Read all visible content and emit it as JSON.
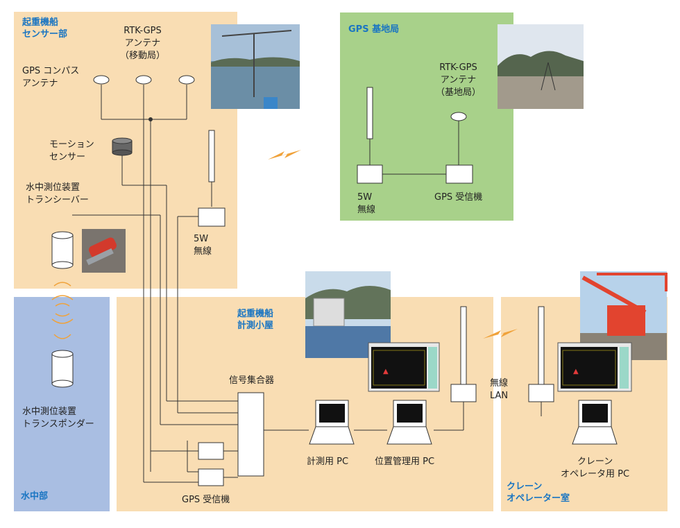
{
  "colors": {
    "panel_tan": "#f9ddb3",
    "panel_blue": "#a9bee2",
    "panel_green": "#a8d18a",
    "title_blue": "#1a75c2",
    "line": "#333333",
    "spark": "#f0a23a"
  },
  "regions": {
    "sensor": {
      "title_1": "起重機船",
      "title_2": "センサー部"
    },
    "base": {
      "title": "GPS 基地局"
    },
    "underwater": {
      "title": "水中部"
    },
    "hut": {
      "title_1": "起重機船",
      "title_2": "計測小屋"
    },
    "crane": {
      "title_1": "クレーン",
      "title_2": "オペレーター室"
    }
  },
  "labels": {
    "rtk_mobile": [
      "RTK-GPS",
      "アンテナ",
      "（移動局）"
    ],
    "gps_compass": [
      "GPS コンパス",
      "アンテナ"
    ],
    "motion_sensor": [
      "モーション",
      "センサー"
    ],
    "transceiver": [
      "水中測位装置",
      "トランシーバー"
    ],
    "radio_sensor": [
      "5W",
      "無線"
    ],
    "rtk_base": [
      "RTK-GPS",
      "アンテナ",
      "（基地局）"
    ],
    "radio_base": [
      "5W",
      "無線"
    ],
    "gps_receiver_base": "GPS 受信機",
    "transponder": [
      "水中測位装置",
      "トランスポンダー"
    ],
    "signal_hub": "信号集合器",
    "gps_receiver_hut": "GPS 受信機",
    "measure_pc": "計測用 PC",
    "position_pc": "位置管理用 PC",
    "wireless_lan": [
      "無線",
      "LAN"
    ],
    "crane_pc": [
      "クレーン",
      "オペレータ用 PC"
    ]
  },
  "icons": {
    "photo_antenna_mast": "photo-icon",
    "photo_base_station": "photo-icon",
    "photo_transceiver_device": "photo-icon",
    "photo_measure_hut": "photo-icon",
    "photo_crane": "photo-icon",
    "screen_monitor": "monitor-screen-icon",
    "radio_link": "lightning-icon",
    "acoustic_waves": "sound-wave-icon"
  }
}
